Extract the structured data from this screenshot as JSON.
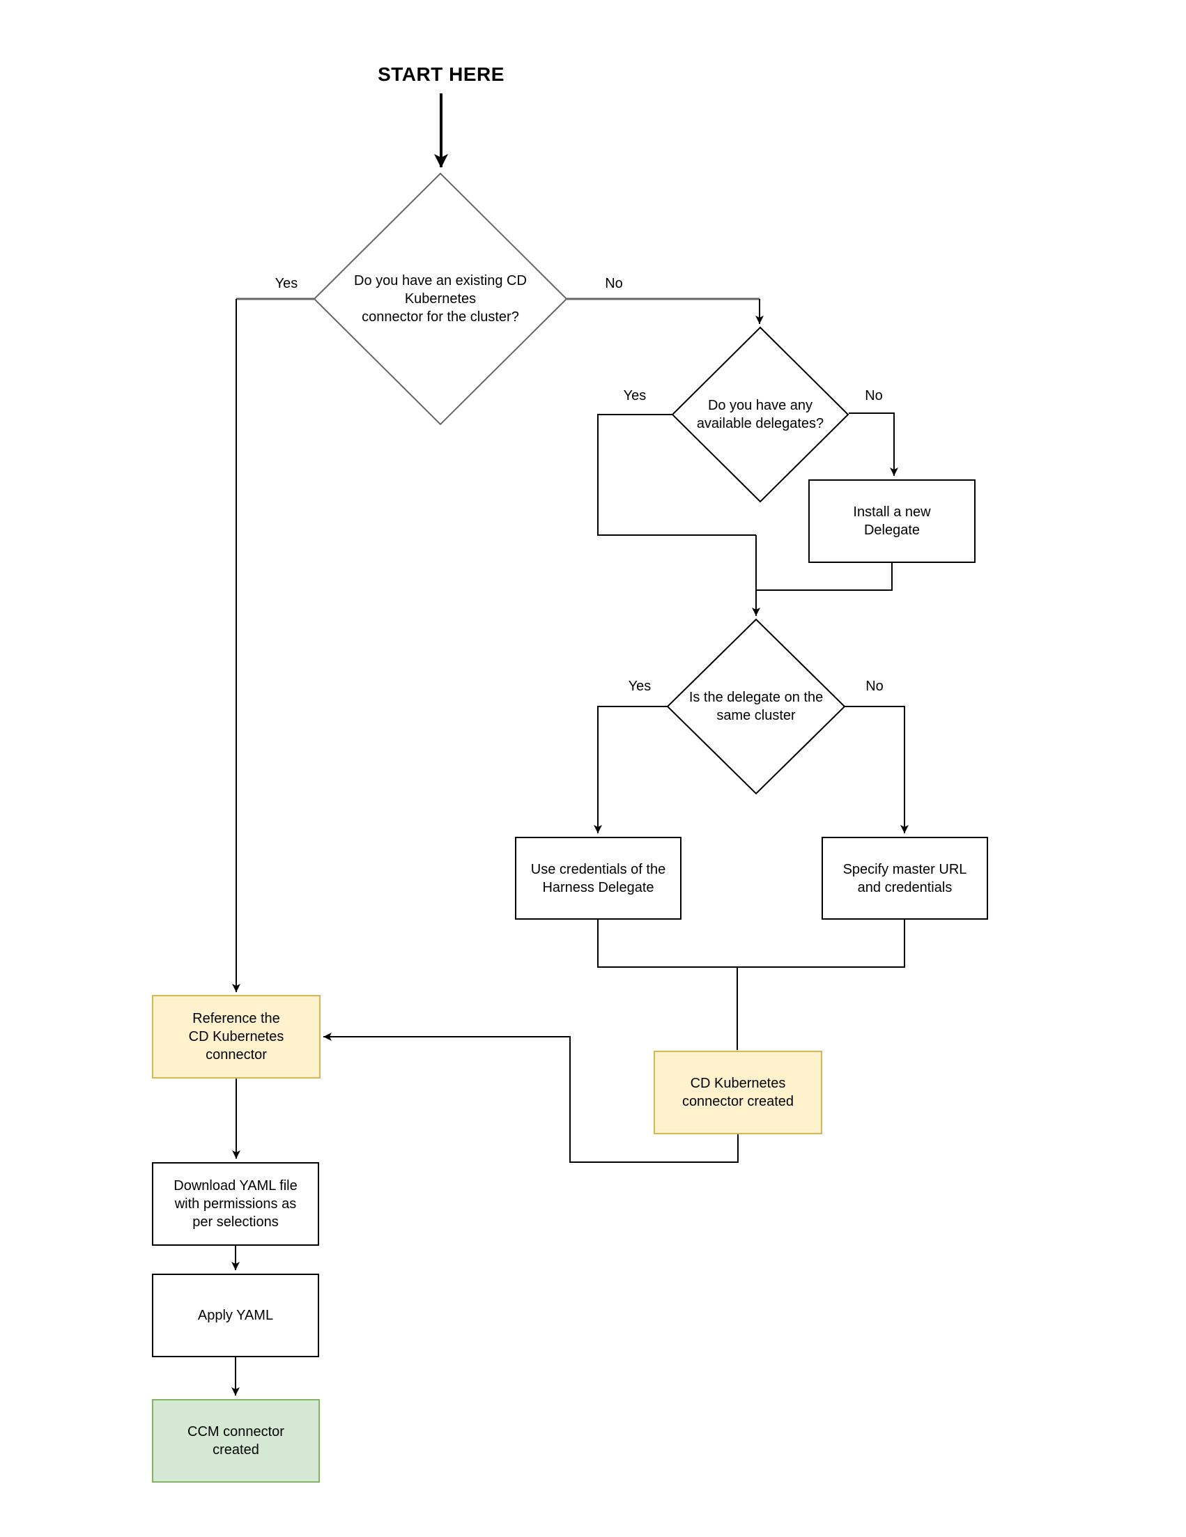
{
  "diagram": {
    "start_label": "START HERE",
    "branch_labels": {
      "yes": "Yes",
      "no": "No"
    },
    "nodes": {
      "existing_connector_decision": "Do you have an existing CD\nKubernetes\nconnector for the cluster?",
      "available_delegates_decision": "Do you have any\navailable delegates?",
      "install_delegate": "Install a new\nDelegate",
      "delegate_same_cluster_decision": "Is the delegate on the\nsame cluster",
      "use_delegate_credentials": "Use credentials of the\nHarness Delegate",
      "specify_master_url": "Specify master URL\nand credentials",
      "cd_connector_created": "CD Kubernetes\nconnector created",
      "reference_connector": "Reference the\nCD Kubernetes\nconnector",
      "download_yaml": "Download YAML file\nwith permissions as\nper selections",
      "apply_yaml": "Apply YAML",
      "ccm_connector_created": "CCM connector\ncreated"
    },
    "colors": {
      "highlight_fill": "#FFF2CC",
      "highlight_border": "#D6B656",
      "success_fill": "#D5E8D4",
      "success_border": "#82B366",
      "process_border": "#000000",
      "first_decision_border": "#666666",
      "connector_line": "#000000"
    }
  }
}
